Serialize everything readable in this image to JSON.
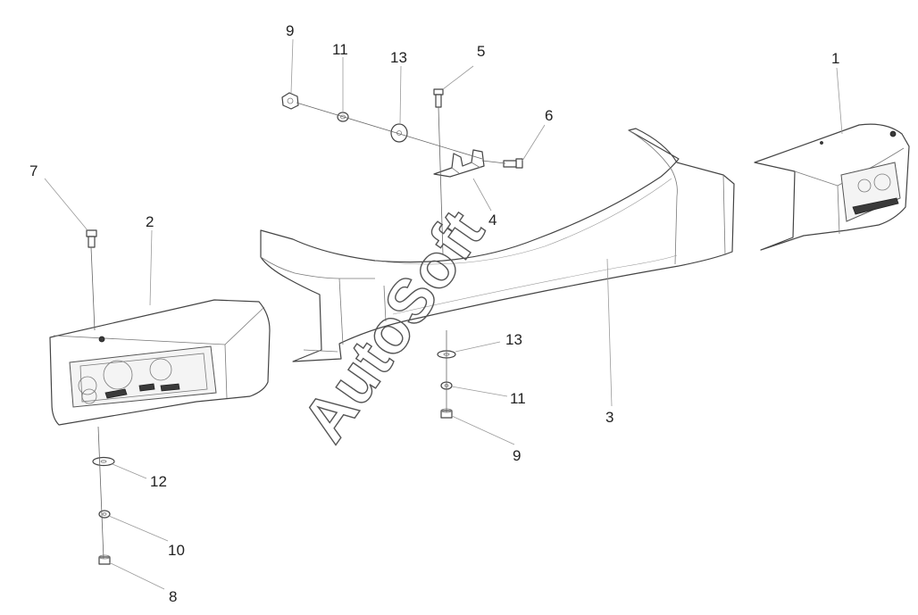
{
  "watermark": "AutoSoft",
  "callouts": [
    {
      "id": "c1",
      "label": "1"
    },
    {
      "id": "c2",
      "label": "2"
    },
    {
      "id": "c3",
      "label": "3"
    },
    {
      "id": "c4",
      "label": "4"
    },
    {
      "id": "c5",
      "label": "5"
    },
    {
      "id": "c6",
      "label": "6"
    },
    {
      "id": "c7",
      "label": "7"
    },
    {
      "id": "c8",
      "label": "8"
    },
    {
      "id": "c9a",
      "label": "9"
    },
    {
      "id": "c9b",
      "label": "9"
    },
    {
      "id": "c10",
      "label": "10"
    },
    {
      "id": "c11a",
      "label": "11"
    },
    {
      "id": "c11b",
      "label": "11"
    },
    {
      "id": "c12",
      "label": "12"
    },
    {
      "id": "c13a",
      "label": "13"
    },
    {
      "id": "c13b",
      "label": "13"
    }
  ]
}
